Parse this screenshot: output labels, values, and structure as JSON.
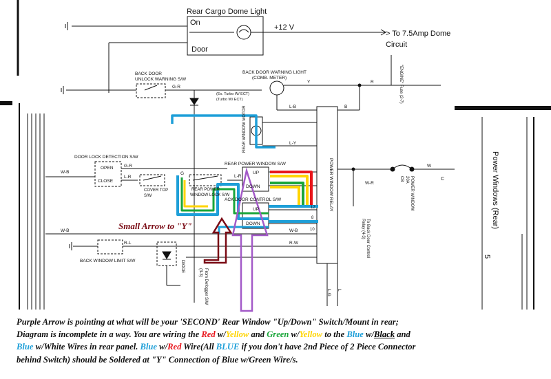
{
  "dome_light": {
    "title": "Rear Cargo Dome Light",
    "on": "On",
    "door": "Door",
    "voltage": "+12 V",
    "dome_circuit_a": "> To 7.5Amp Dome",
    "dome_circuit_b": "Circuit"
  },
  "labels": {
    "back_door_unlock_a": "BACK DOOR",
    "back_door_unlock_b": "UNLOCK WARNING S/W",
    "back_door_light_a": "BACK DOOR WARNING LIGHT",
    "back_door_light_b": "(COMB. METER)",
    "turbo_a": "(Ex. Turbo W/ ECT)",
    "turbo_b": "(Turbo W/ ECT)",
    "rear_motor": "REAR WINDOW MOTOR",
    "door_lock_detect": "DOOR LOCK DETECTION S/W",
    "open": "OPEN",
    "close": "CLOSE",
    "cover_top_a": "COVER TOP",
    "cover_top_b": "S/W",
    "rear_power_lock_a": "REAR POWER",
    "rear_power_lock_b": "WINDOW LOCK S/W",
    "rear_pw_sw": "REAR POWER WINDOW S/W",
    "up": "UP",
    "down": "DOWN",
    "back_door_control": "ACK DOOR CONTROL S/W",
    "relay": "POWER WINDOW RELAY",
    "fuse_a": "20A",
    "fuse_b": "POWER WINDOW",
    "fuse_c": "CB",
    "to_back_door_a": "To Back Door Control",
    "to_back_door_b": "Relay (4-3)",
    "back_window_limit": "BACK WINDOW LIMIT S/W",
    "diode": "DIODE",
    "from_defogger_a": "From Defogger S/W",
    "from_defogger_b": "(3-3)",
    "engine_fuse": "\"ENGINE\" Fuse (2-7)",
    "page_title": "Power Windows (Rear)",
    "page_number": "5",
    "wire_gr": "G-R",
    "wire_lb": "L-B",
    "wire_ly": "L-Y",
    "wire_y": "Y",
    "wire_r": "R",
    "wire_b": "B",
    "wire_lr": "L-R",
    "wire_wb": "W-B",
    "wire_rl": "R-L",
    "wire_rw": "R-W",
    "wire_w": "W",
    "wire_wr": "W-R",
    "wire_g": "G",
    "wire_c": "C",
    "wire_lg": "L-G",
    "wire_l": "L",
    "pin_12": "12",
    "pin_8": "8",
    "pin_10": "10"
  },
  "annotations": {
    "small_arrow": "Small Arrow to \"Y\""
  },
  "caption": {
    "l1": "Purple Arrow is pointing at what will be your 'SECOND' Rear Window \"Up/Down\" Switch/Mount in rear;",
    "l2a": "Diagram is incomplete in a way. You are wiring the ",
    "red": "Red",
    "w1": " w/",
    "yellow1": "Yellow",
    "and": " and ",
    "green": "Green",
    "w2": " w/",
    "yellow2": "Yellow",
    "to_the": " to the ",
    "blue1": "Blue",
    "w3": " w/",
    "black": "Black",
    "and2": " and",
    "blue2": "Blue",
    "w4": " w/",
    "white": "White",
    "l3a": " Wires in rear panel. ",
    "blue3": "Blue",
    "w5": " w/",
    "red2": "Red",
    "wire_all": " Wire(All ",
    "blue_caps": "BLUE",
    "l3b": " if you don't have 2nd Piece of 2 Piece Connector",
    "l4": "behind Switch) should be Soldered at \"Y\" Connection of Blue w/Green Wire/s."
  },
  "colors": {
    "red": "#e8151b",
    "yellow": "#ffd400",
    "green": "#1aa63a",
    "blue": "#1e9fd8",
    "purple": "#a35ac8",
    "maroon": "#7a0a14"
  }
}
